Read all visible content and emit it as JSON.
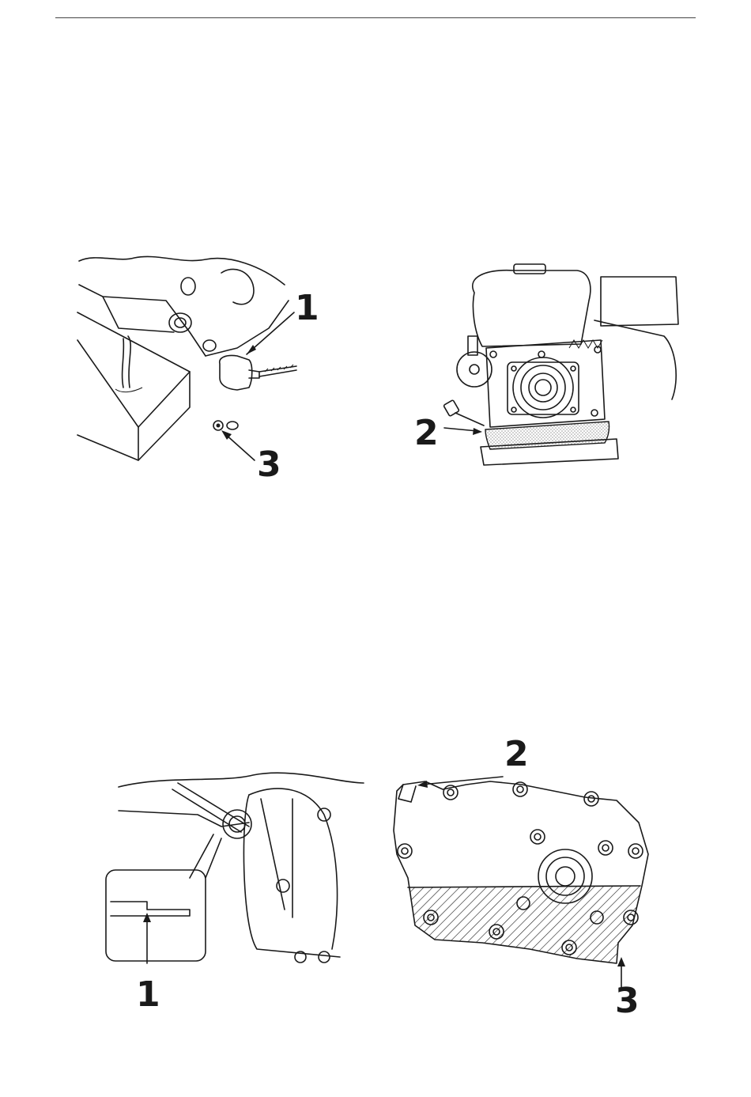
{
  "figures": [
    {
      "id": "drain-dipstick",
      "callouts": [
        "1",
        "3"
      ]
    },
    {
      "id": "engine-side",
      "callouts": [
        "2"
      ]
    },
    {
      "id": "gear-case-fill",
      "callouts": [
        "1"
      ]
    },
    {
      "id": "gear-case-cover",
      "callouts": [
        "2",
        "3"
      ]
    }
  ],
  "colors": {
    "ink": "#1a1a1a",
    "paper": "#ffffff",
    "stipple": "#9a9a9a"
  }
}
